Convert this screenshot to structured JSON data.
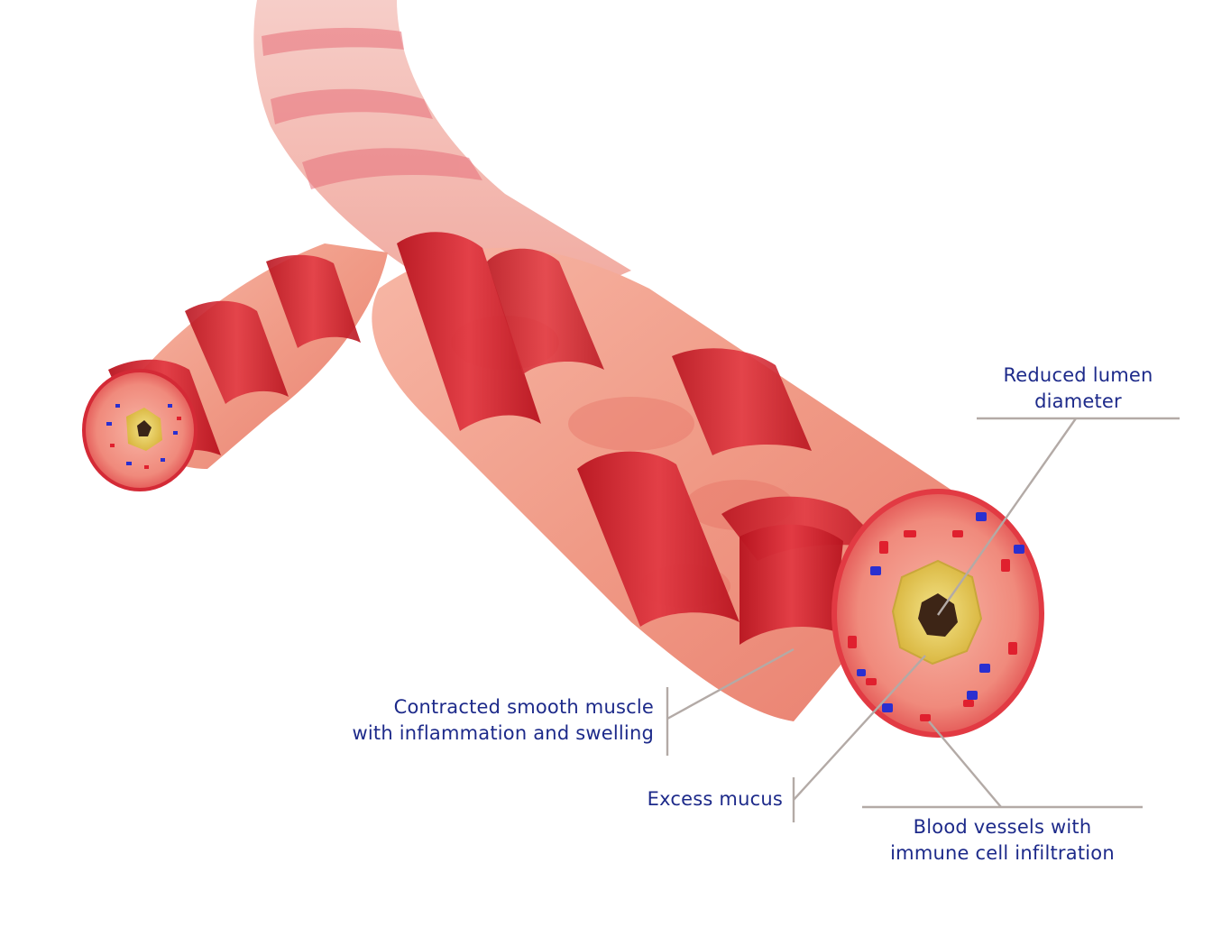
{
  "labels": {
    "lumen": {
      "line1": "Reduced lumen",
      "line2": "diameter"
    },
    "muscle": {
      "line1": "Contracted smooth muscle",
      "line2": "with inflammation and swelling"
    },
    "mucus": {
      "line1": "Excess mucus"
    },
    "vessels": {
      "line1": "Blood vessels with",
      "line2": "immune cell infiltration"
    }
  },
  "colors": {
    "label_text": "#1d2a8a",
    "leader_line": "#b3aaa6",
    "tissue": "#f2a08e",
    "muscle_band": "#d42a36",
    "mucus": "#e8cf5a",
    "vessel_red": "#e0202e",
    "vessel_blue": "#2a2fd0"
  }
}
